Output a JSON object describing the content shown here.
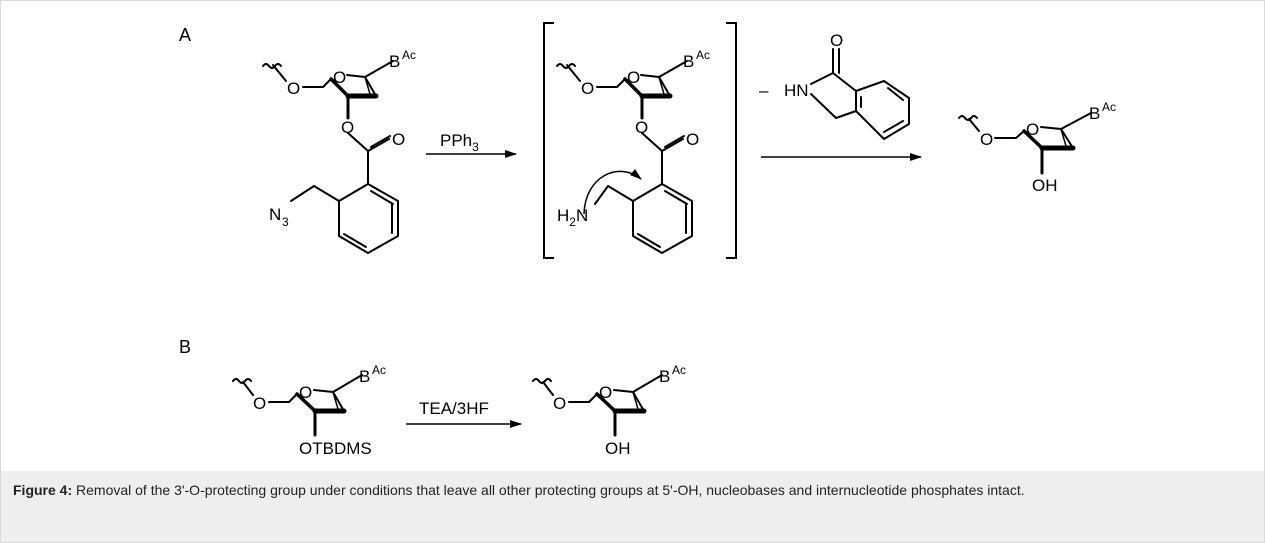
{
  "scheme": {
    "section_a": "A",
    "section_b": "B",
    "base_label": "B",
    "base_sup": "Ac",
    "ring_o": "O",
    "link_o": "O",
    "carbonyl_o": "O",
    "azide_n": "N",
    "azide_sub": "3",
    "amine_h": "H",
    "amine_sub": "2",
    "amine_n": "N",
    "hn_label": "HN",
    "minus_sign": "–",
    "oh_label": "OH",
    "otbdms_label": "OTBDMS",
    "reagent_pph3_main": "PPh",
    "reagent_pph3_sub": "3",
    "reagent_tea": "TEA/3HF"
  },
  "caption": {
    "label": "Figure 4:",
    "text": " Removal of the 3'-O-protecting group under conditions that leave all other protecting groups at 5'-OH, nucleobases and internucleotide phosphates intact."
  }
}
